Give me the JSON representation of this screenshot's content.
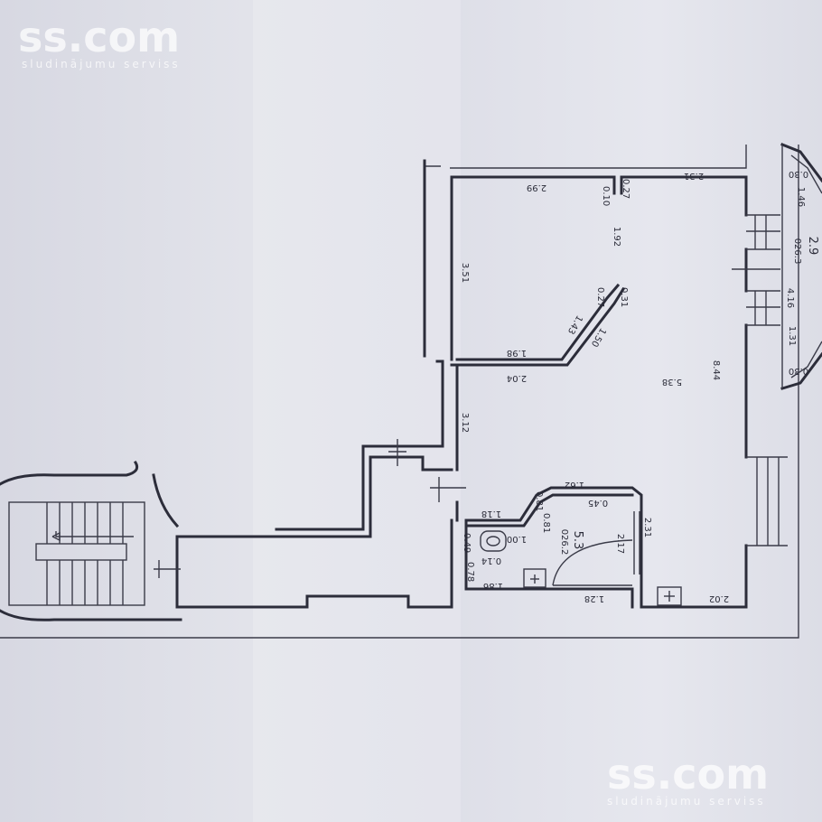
{
  "watermark": {
    "brand": "ss.com",
    "tagline": "sludinājumu serviss"
  },
  "dimensions": {
    "d299": "2.99",
    "d231": "2.31",
    "d027a": "0.27",
    "d010": "0.10",
    "d192": "1.92",
    "d351": "3.51",
    "d027b": "0.27",
    "d031": "0.31",
    "d143": "1.43",
    "d150": "1.50",
    "d198": "1.98",
    "d204": "2.04",
    "d538": "5.38",
    "d844": "8.44",
    "d312": "3.12",
    "d162": "1.62",
    "d081a": "0.81",
    "d081b": "0.81",
    "d045": "0.45",
    "d118": "1.18",
    "d100": "1.00",
    "d049": "0.49",
    "d014": "0.14",
    "d078": "0.78",
    "d186": "1.86",
    "d128": "1.28",
    "d217": "2.17",
    "d231b": "2.31",
    "d202": "2.02",
    "room_code": "026.2",
    "room_area": "5.3",
    "d416": "4.16",
    "d131": "1.31",
    "d146": "1.46",
    "d030a": "0.30",
    "d030b": "0.30",
    "bay_code": "026.3",
    "bay_area": "2.9"
  }
}
